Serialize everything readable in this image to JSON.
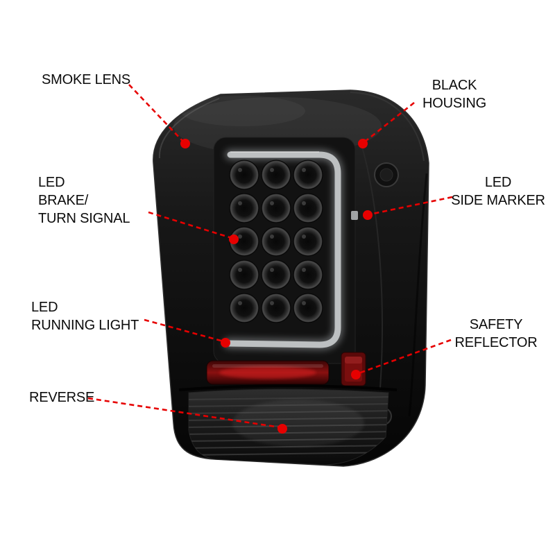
{
  "figure": {
    "type": "annotated-product-diagram",
    "subject": "LED tail light assembly, smoked lens, black housing",
    "accent_color": "#e60000",
    "text_color": "#0b0b0b",
    "background_color": "#ffffff"
  },
  "labels": {
    "smoke_lens": {
      "text": "SMOKE LENS"
    },
    "black_housing": {
      "text": "BLACK\nHOUSING"
    },
    "led_brake": {
      "text": "LED\nBRAKE/\nTURN SIGNAL"
    },
    "led_side_marker": {
      "text": "LED\nSIDE MARKER"
    },
    "led_running": {
      "text": "LED\nRUNNING LIGHT"
    },
    "safety_reflector": {
      "text": "SAFETY\nREFLECTOR"
    },
    "reverse": {
      "text": "REVERSE"
    }
  }
}
